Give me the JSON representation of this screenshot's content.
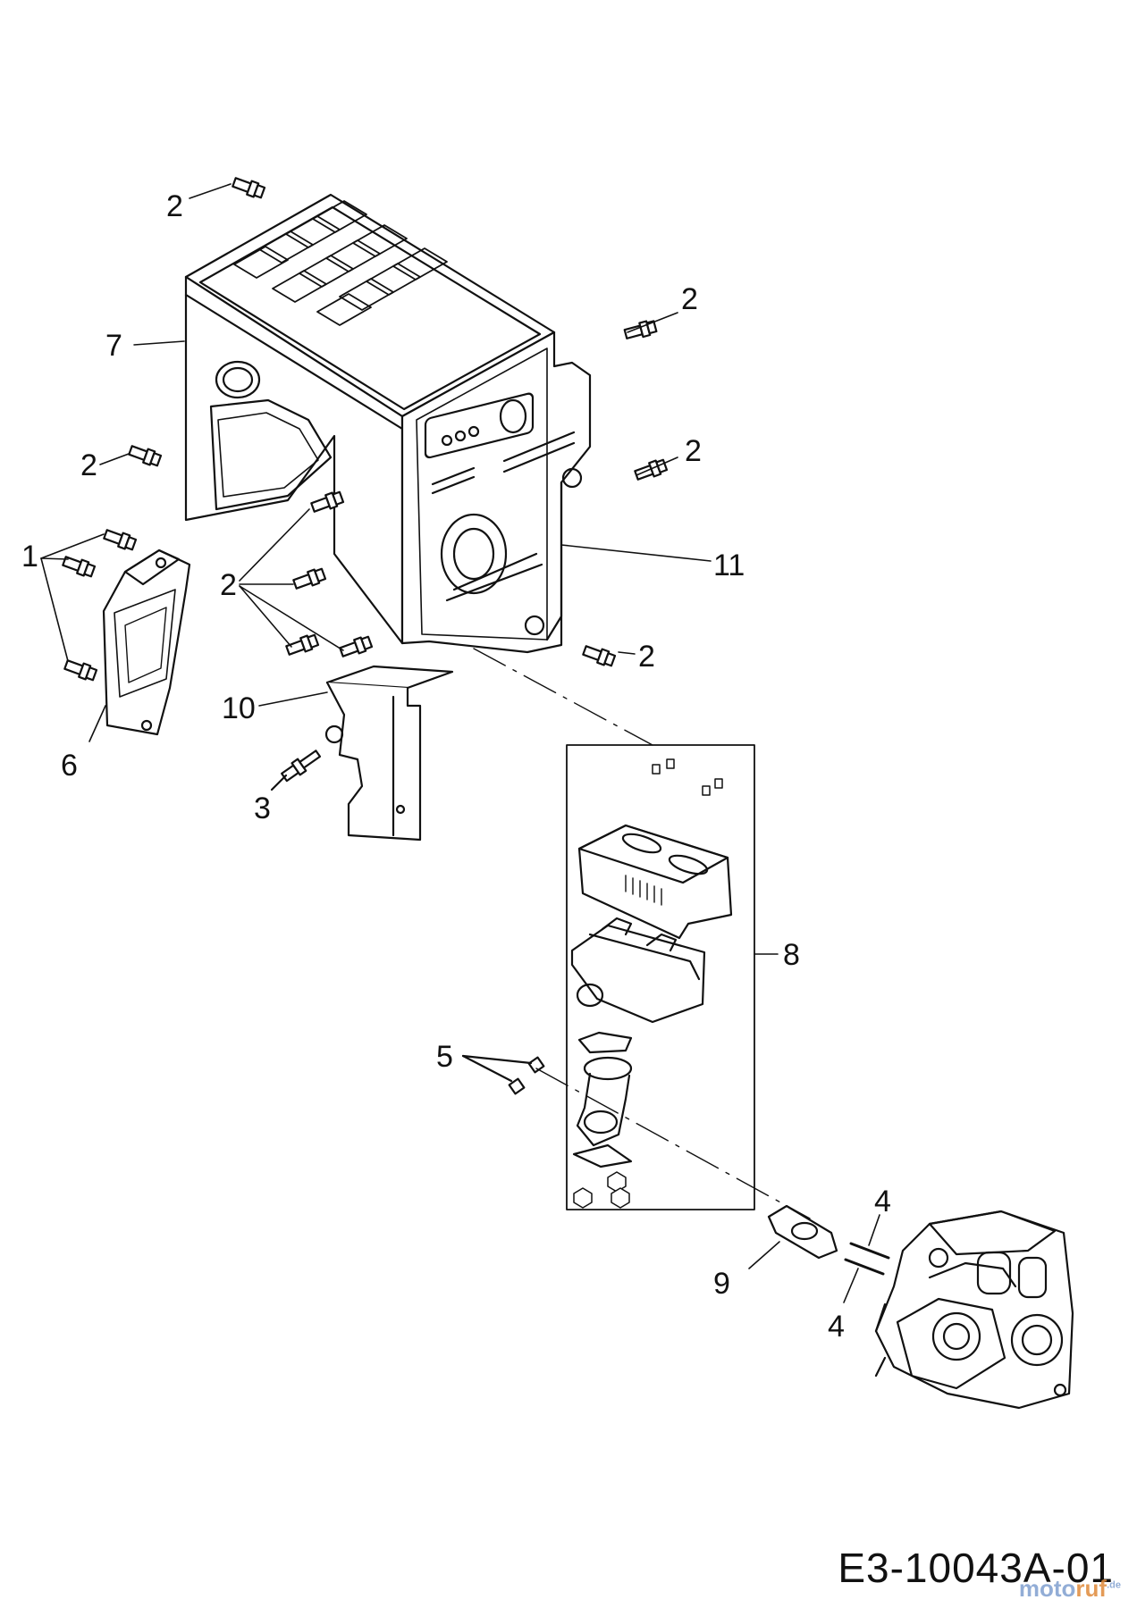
{
  "diagram": {
    "callouts": {
      "c1": "1",
      "c2a": "2",
      "c2b": "2",
      "c2c": "2",
      "c2d": "2",
      "c2e": "2",
      "c2f": "2",
      "c3": "3",
      "c4a": "4",
      "c4b": "4",
      "c5": "5",
      "c6": "6",
      "c7": "7",
      "c8": "8",
      "c9": "9",
      "c10": "10",
      "c11": "11"
    },
    "drawing_code": "E3-10043A-01",
    "watermark": {
      "left": "moto",
      "right": "ruf",
      "suffix": ".de"
    }
  }
}
